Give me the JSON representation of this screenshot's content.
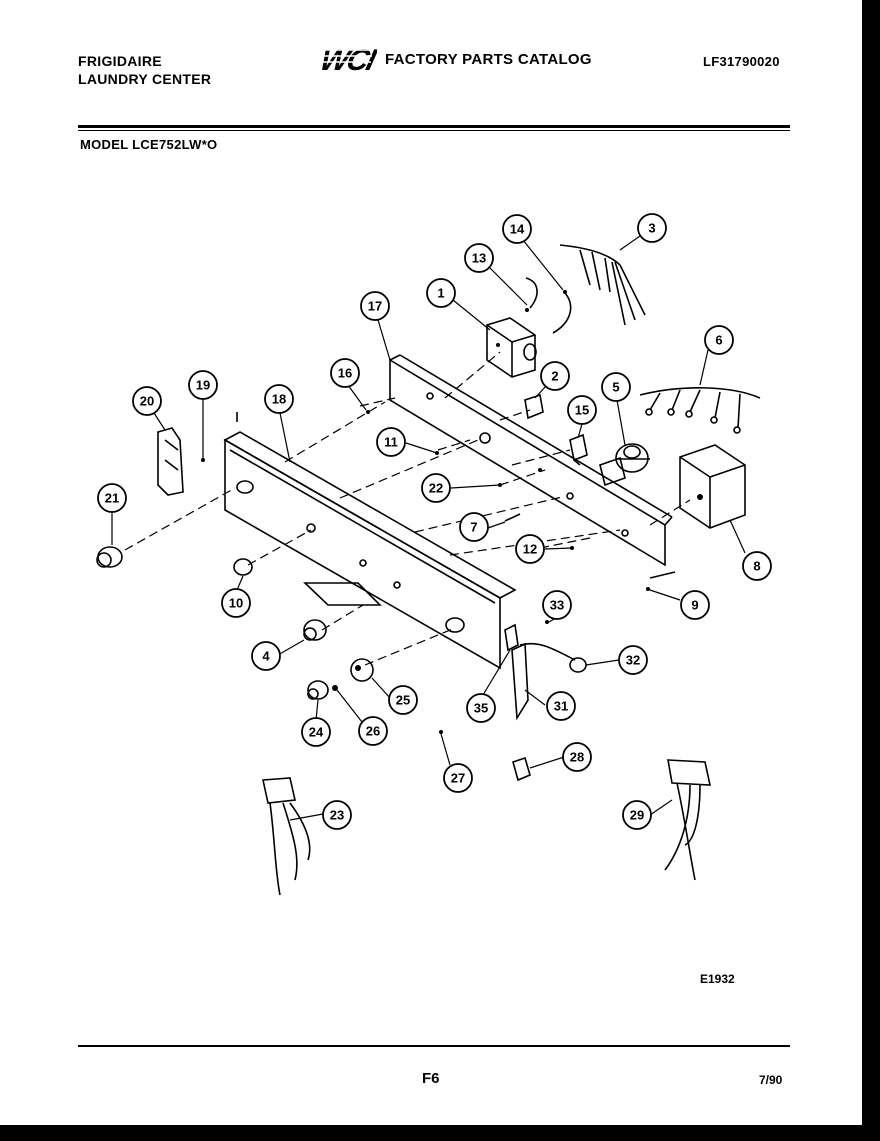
{
  "header": {
    "brand_line1": "FRIGIDAIRE",
    "brand_line2": "LAUNDRY CENTER",
    "logo_text": "WCI",
    "catalog_title": "FACTORY PARTS CATALOG",
    "document_number": "LF31790020"
  },
  "model": "MODEL LCE752LW*O",
  "diagram": {
    "figure_id": "E1932",
    "callouts": [
      "1",
      "2",
      "3",
      "4",
      "5",
      "6",
      "7",
      "8",
      "9",
      "10",
      "11",
      "12",
      "13",
      "14",
      "15",
      "16",
      "17",
      "18",
      "19",
      "20",
      "21",
      "22",
      "23",
      "24",
      "25",
      "26",
      "27",
      "28",
      "29",
      "31",
      "32",
      "33",
      "35"
    ]
  },
  "footer": {
    "page_number": "F6",
    "revision_date": "7/90"
  },
  "colors": {
    "background": "#ffffff",
    "ink": "#000000",
    "border": "#000000"
  }
}
